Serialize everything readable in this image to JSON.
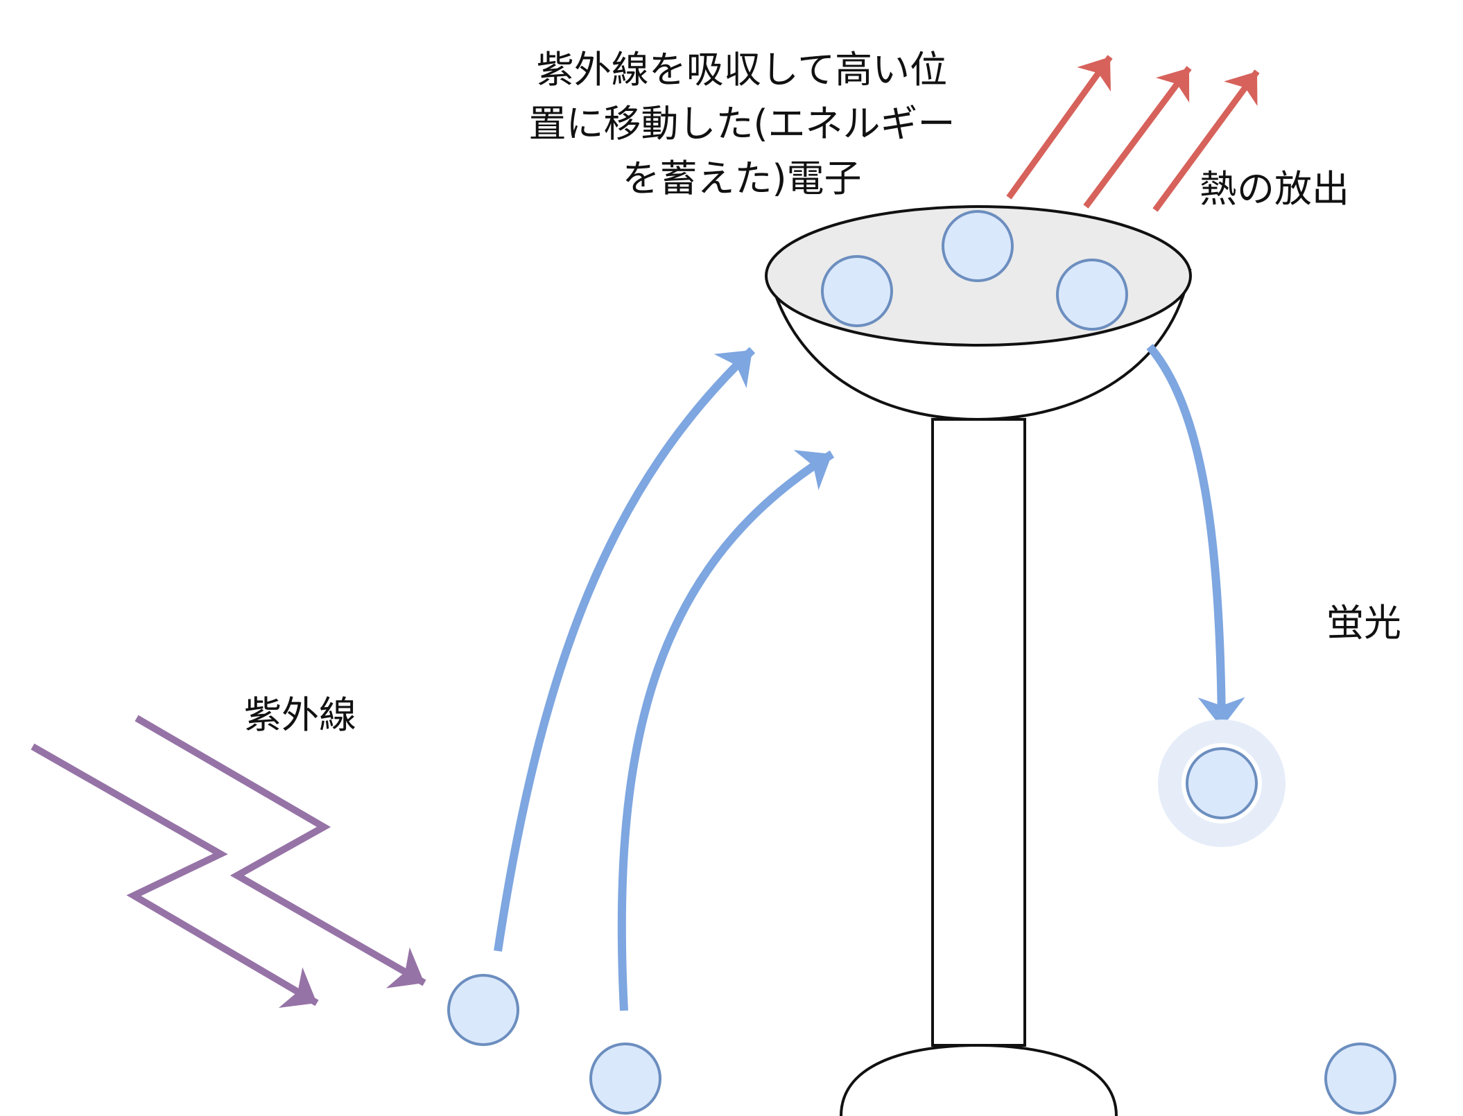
{
  "labels": {
    "excited_electrons": "紫外線を吸収して高い位\n置に移動した(エネルギー\nを蓄えた)電子",
    "heat_release": "熱の放出",
    "fluorescence": "蛍光",
    "ultraviolet": "紫外線"
  },
  "colors": {
    "electron_fill": "#dae8fc",
    "electron_stroke": "#6c8ebf",
    "electron_glow": "#e6edf9",
    "excite_arrow": "#7ea6e0",
    "heat_arrow": "#d6625b",
    "uv_arrow": "#9673a6",
    "bowl_top_fill": "#ebebeb",
    "outline": "#111111"
  }
}
